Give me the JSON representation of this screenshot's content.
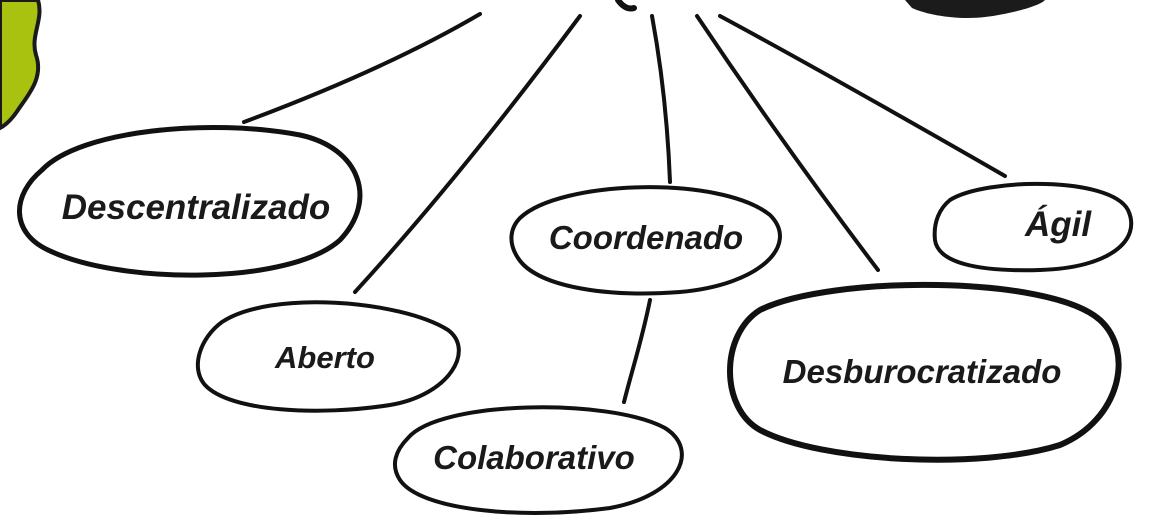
{
  "colors": {
    "ink": "#111111",
    "blob_green": "#a9c20f",
    "background": "#ffffff"
  },
  "nodes": [
    {
      "id": "descentralizado",
      "label": "Descentralizado"
    },
    {
      "id": "aberto",
      "label": "Aberto"
    },
    {
      "id": "colaborativo",
      "label": "Colaborativo"
    },
    {
      "id": "coordenado",
      "label": "Coordenado"
    },
    {
      "id": "desburocratizado",
      "label": "Desburocratizado"
    },
    {
      "id": "agil",
      "label": "Ágil"
    }
  ]
}
